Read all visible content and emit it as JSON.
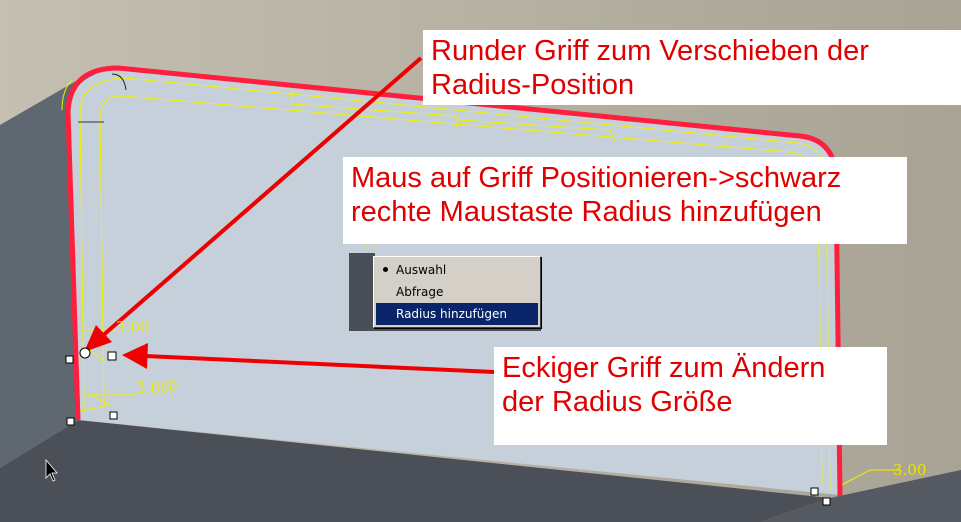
{
  "colors": {
    "background_top": "#aaa596",
    "panel_face": "#c8d2dc",
    "panel_side": "#5e6670",
    "panel_bottom": "#4a4e56",
    "edge_highlight": "#ff1e3c",
    "construction_line": "#f0f000",
    "annotation_arrow": "#ee0000",
    "menu_selection": "#0a246a"
  },
  "callouts": {
    "round_handle": {
      "line1": "Runder Griff zum Verschieben der",
      "line2": "Radius-Position"
    },
    "mouse_hint": {
      "line1": "Maus auf Griff Positionieren->schwarz",
      "line2": "rechte Maustaste Radius hinzufügen"
    },
    "square_handle": {
      "line1": "Eckiger Griff zum Ändern",
      "line2": "der Radius Größe"
    }
  },
  "context_menu": {
    "items": [
      {
        "label": "Auswahl",
        "checked": true
      },
      {
        "label": "Abfrage"
      },
      {
        "label": "Radius hinzufügen",
        "selected": true
      }
    ]
  },
  "dimensions": {
    "top_left": "3.00",
    "bottom_left": "3.00",
    "bottom_right": "3.00",
    "stray": "0"
  },
  "icons": {
    "cursor": "mouse-pointer-icon",
    "round_handle": "round-handle-icon",
    "square_handle": "square-handle-icon"
  }
}
